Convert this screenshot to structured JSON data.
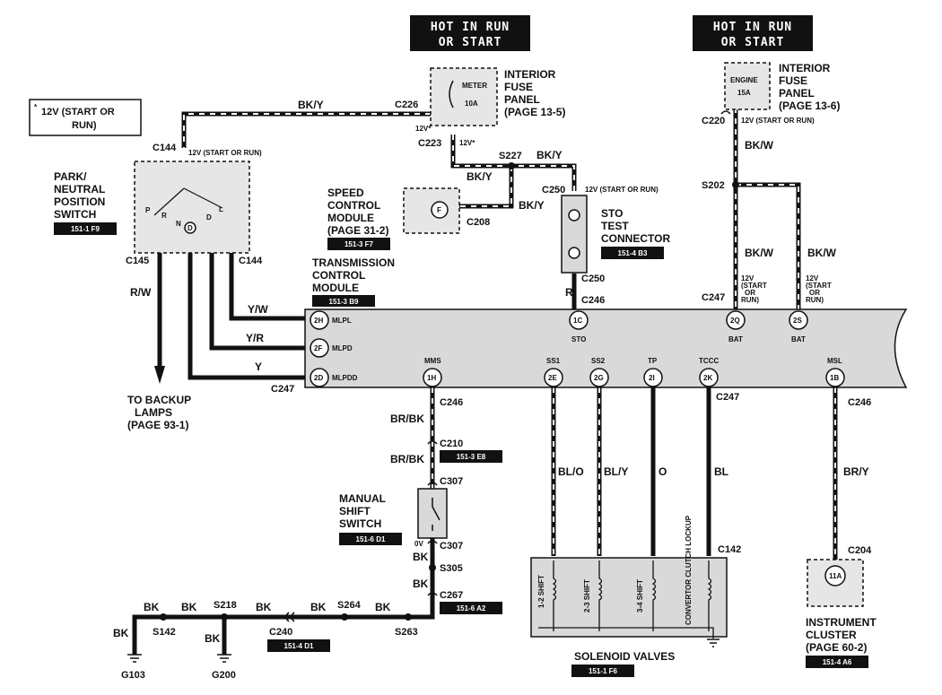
{
  "note": {
    "marker": "*",
    "text_line1": "12V (START OR",
    "text_line2": "RUN)"
  },
  "headers": [
    {
      "line1": "HOT IN RUN",
      "line2": "OR START"
    },
    {
      "line1": "HOT IN RUN",
      "line2": "OR START"
    }
  ],
  "fuse_panel_1": {
    "title_1": "INTERIOR",
    "title_2": "FUSE",
    "title_3": "PANEL",
    "page": "(PAGE 13-5)",
    "fuse_name": "METER",
    "fuse_rating": "10A",
    "pin_in": "12V*",
    "pin_out": "12V*"
  },
  "fuse_panel_2": {
    "title_1": "INTERIOR",
    "title_2": "FUSE",
    "title_3": "PANEL",
    "page": "(PAGE 13-6)",
    "fuse_name": "ENGINE",
    "fuse_rating": "15A"
  },
  "park_switch": {
    "title_1": "PARK/",
    "title_2": "NEUTRAL",
    "title_3": "POSITION",
    "title_4": "SWITCH",
    "ref": "151-1 F9",
    "positions": [
      "P",
      "R",
      "N",
      "D",
      "D",
      "L"
    ],
    "supply_label": "12V (START OR RUN)"
  },
  "speed_control": {
    "title_1": "SPEED",
    "title_2": "CONTROL",
    "title_3": "MODULE",
    "page": "(PAGE 31-2)",
    "ref": "151-3 F7",
    "pin": "F"
  },
  "sto": {
    "title_1": "STO",
    "title_2": "TEST",
    "title_3": "CONNECTOR",
    "ref": "151-4 B3",
    "supply_label": "12V (START OR RUN)"
  },
  "tcm": {
    "title_1": "TRANSMISSION",
    "title_2": "CONTROL",
    "title_3": "MODULE",
    "ref": "151-3 B9",
    "pins": [
      {
        "id": "2H",
        "label": "MLPL"
      },
      {
        "id": "2F",
        "label": "MLPD"
      },
      {
        "id": "2D",
        "label": "MLPDD"
      },
      {
        "id": "1H",
        "label": "MMS"
      },
      {
        "id": "1C",
        "label": "STO"
      },
      {
        "id": "2E",
        "label": "SS1"
      },
      {
        "id": "2G",
        "label": "SS2"
      },
      {
        "id": "2I",
        "label": "TP"
      },
      {
        "id": "2K",
        "label": "TCCC"
      },
      {
        "id": "2Q",
        "label": "BAT"
      },
      {
        "id": "2S",
        "label": "BAT"
      },
      {
        "id": "1B",
        "label": "MSL"
      }
    ]
  },
  "bat_supply": {
    "line1": "12V",
    "line2": "(START",
    "line3": "OR",
    "line4": "RUN)"
  },
  "manual_switch": {
    "title_1": "MANUAL",
    "title_2": "SHIFT",
    "title_3": "SWITCH",
    "ref": "151-6 D1",
    "voltage": "0V"
  },
  "solenoids": {
    "title": "SOLENOID VALVES",
    "ref": "151-1 F6",
    "names": [
      "1-2 SHIFT",
      "2-3 SHIFT",
      "3-4 SHIFT",
      "CONVERTOR CLUTCH LOCKUP"
    ]
  },
  "cluster": {
    "title_1": "INSTRUMENT",
    "title_2": "CLUSTER",
    "page": "(PAGE 60-2)",
    "ref": "151-4 A6",
    "pin": "11A"
  },
  "backup": {
    "line1": "TO BACKUP",
    "line2": "LAMPS",
    "line3": "(PAGE 93-1)"
  },
  "connectors": {
    "c226": "C226",
    "c223": "C223",
    "c144a": "C144",
    "c144b": "C144",
    "c145": "C145",
    "s227": "S227",
    "c208": "C208",
    "c250a": "C250",
    "c250b": "C250",
    "c246a": "C246",
    "c220": "C220",
    "s202": "S202",
    "c247a": "C247",
    "c247b": "C247",
    "c247c": "C247",
    "c246b": "C246",
    "c246c": "C246",
    "c210": "C210",
    "c307a": "C307",
    "c307b": "C307",
    "s305": "S305",
    "c267": "C267",
    "s263": "S263",
    "s264": "S264",
    "c240": "C240",
    "s218": "S218",
    "s142": "S142",
    "c142": "C142",
    "c204": "C204",
    "g103": "G103",
    "g200": "G200"
  },
  "refs": {
    "c210": "151-3 E8",
    "c267": "151-6 A2",
    "c240": "151-4 D1"
  },
  "supply_12v_c220": "12V (START OR RUN)",
  "wires": {
    "bk_y_top": "BK/Y",
    "bk_y_s227": "BK/Y",
    "bk_y_c223": "BK/Y",
    "bk_y_c208": "BK/Y",
    "bk_w_1": "BK/W",
    "bk_w_2": "BK/W",
    "bk_w_3": "BK/W",
    "r_w": "R/W",
    "y_w": "Y/W",
    "y_r": "Y/R",
    "y": "Y",
    "r": "R",
    "br_bk_1": "BR/BK",
    "br_bk_2": "BR/BK",
    "bl_o": "BL/O",
    "bl_y": "BL/Y",
    "o": "O",
    "bl": "BL",
    "br_y": "BR/Y",
    "bk_1": "BK",
    "bk_2": "BK",
    "bk_3": "BK",
    "bk_4": "BK",
    "bk_5": "BK",
    "bk_6": "BK",
    "bk_7": "BK",
    "bk_8": "BK",
    "bk_9": "BK"
  }
}
